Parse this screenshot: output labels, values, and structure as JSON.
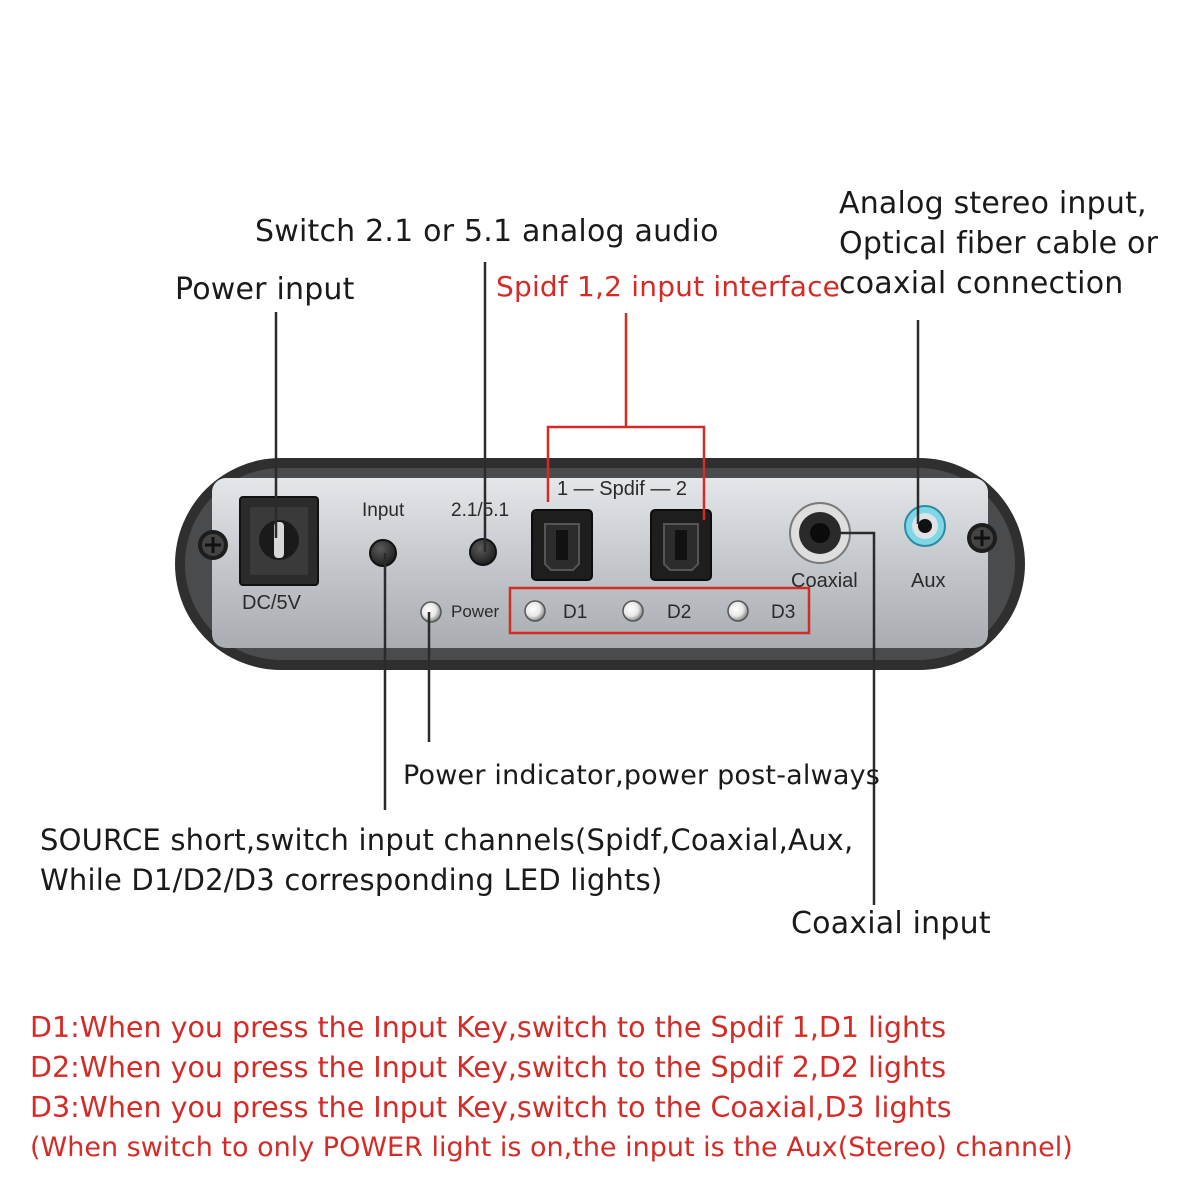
{
  "callouts": {
    "switch_mode": "Switch 2.1 or 5.1 analog audio",
    "power_input": "Power input",
    "spdif_interface": "Spidf 1,2 input interface",
    "aux_desc": [
      "Analog stereo input,",
      "Optical fiber cable or",
      "coaxial connection"
    ],
    "power_indicator": "Power indicator,power post-always",
    "source_desc": [
      "SOURCE short,switch input channels(Spidf,Coaxial,Aux,",
      "While D1/D2/D3 corresponding LED lights)"
    ],
    "coaxial_input": "Coaxial input"
  },
  "panel": {
    "dc_label": "DC/5V",
    "input_label": "Input",
    "mode_label": "2.1/5.1",
    "spdif_label": "1 — Spdif — 2",
    "coaxial_label": "Coaxial",
    "aux_label": "Aux",
    "power_led_label": "Power",
    "led_labels": [
      "D1",
      "D2",
      "D3"
    ]
  },
  "notes": [
    "D1:When you press the Input Key,switch to the Spdif 1,D1 lights",
    "D2:When you press the Input Key,switch to the Spdif 2,D2 lights",
    "D3:When you press the Input Key,switch to the Coaxial,D3 lights",
    "(When switch to only POWER light is on,the input is the Aux(Stereo) channel)"
  ],
  "colors": {
    "accent_red": "#d42b27",
    "panel_silver": "#c9cdd1",
    "bezel": "#3a3a3a"
  }
}
